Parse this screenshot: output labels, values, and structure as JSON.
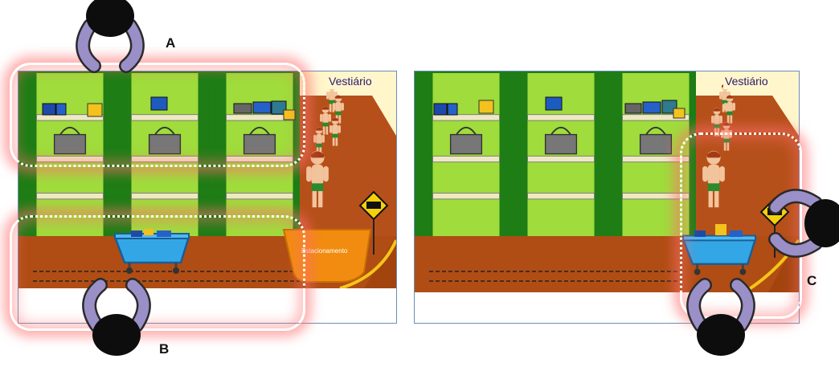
{
  "game": {
    "left_panel": {
      "changing_room_label": "Vestiário",
      "parking_label": "Estacionamento"
    },
    "right_panel": {
      "changing_room_label": "Vestiário"
    },
    "zone_labels": {
      "a": "A",
      "b": "B",
      "c": "C"
    }
  },
  "colors": {
    "wall_green": "#9fdc3c",
    "pillar_green": "#1e7d15",
    "floor_brown": "#a3440f",
    "cart_blue": "#33a7e6",
    "highlight_glow": "#ff7070",
    "player_purple": "#9b8fc7"
  },
  "icons": [
    "shopping-cart-icon",
    "basket-icon",
    "shoe-box-icon",
    "shirt-icon",
    "parking-sign-icon",
    "person-icon"
  ]
}
